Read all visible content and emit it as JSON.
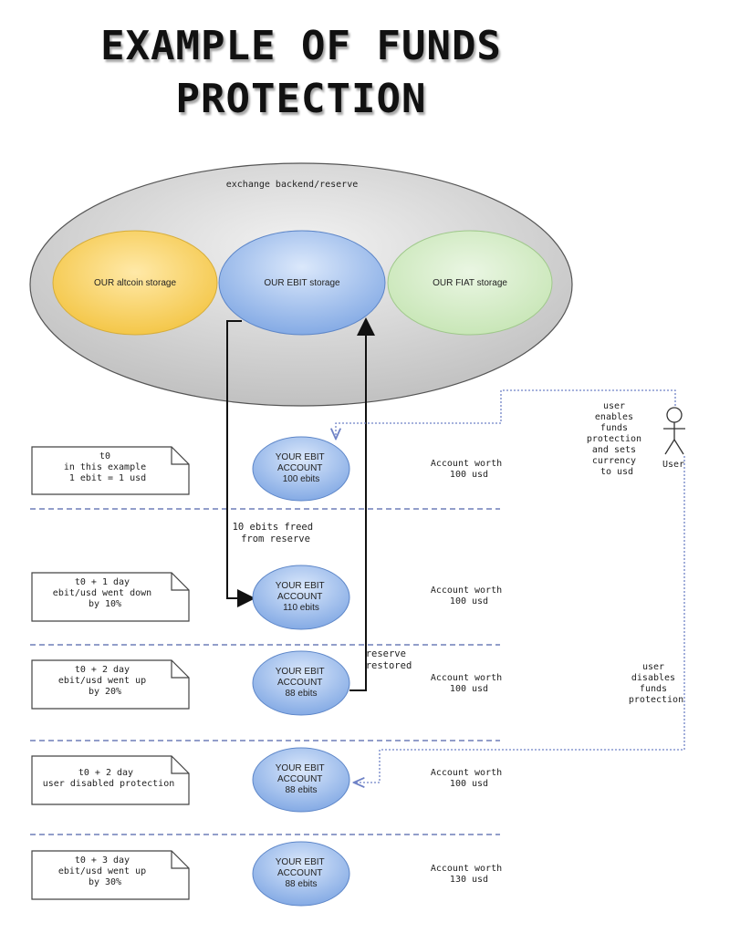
{
  "title": {
    "line1": "EXAMPLE OF FUNDS",
    "line2": "PROTECTION"
  },
  "backend": {
    "label": "exchange backend/reserve",
    "altcoin": "OUR altcoin storage",
    "ebit": "OUR EBIT storage",
    "fiat": "OUR FIAT storage"
  },
  "user": {
    "actor": "User",
    "enables": [
      "user",
      "enables",
      "funds",
      "protection",
      "and sets",
      "currency",
      "to usd"
    ],
    "disables": [
      "user",
      "disables",
      "funds",
      "protection"
    ]
  },
  "flows": {
    "freed": [
      "10 ebits freed",
      "from reserve"
    ],
    "restored": [
      "reserve",
      "restored"
    ]
  },
  "rows": [
    {
      "note": [
        "t0",
        "in this example",
        "1 ebit = 1 usd"
      ],
      "account": [
        "YOUR EBIT",
        "ACCOUNT",
        "100 ebits"
      ],
      "worth": [
        "Account worth",
        "100 usd"
      ]
    },
    {
      "note": [
        "t0 + 1 day",
        "ebit/usd went down",
        "by 10%"
      ],
      "account": [
        "YOUR EBIT",
        "ACCOUNT",
        "110 ebits"
      ],
      "worth": [
        "Account worth",
        "100 usd"
      ]
    },
    {
      "note": [
        "t0 + 2 day",
        "ebit/usd went up",
        "by 20%"
      ],
      "account": [
        "YOUR EBIT",
        "ACCOUNT",
        "88 ebits"
      ],
      "worth": [
        "Account worth",
        "100 usd"
      ]
    },
    {
      "note": [
        "t0 + 2 day",
        "user disabled protection"
      ],
      "account": [
        "YOUR EBIT",
        "ACCOUNT",
        "88 ebits"
      ],
      "worth": [
        "Account worth",
        "100 usd"
      ]
    },
    {
      "note": [
        "t0 + 3 day",
        "ebit/usd went up",
        "by 30%"
      ],
      "account": [
        "YOUR EBIT",
        "ACCOUNT",
        "88 ebits"
      ],
      "worth": [
        "Account worth",
        "130 usd"
      ]
    }
  ]
}
